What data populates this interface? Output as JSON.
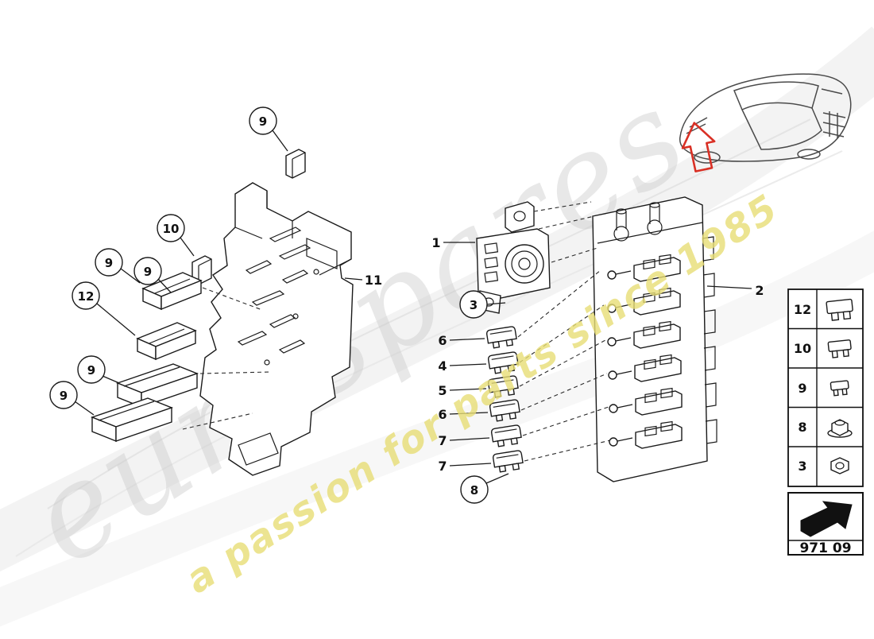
{
  "watermark": {
    "brand": "eurospares",
    "tagline": "a passion for parts since 1985"
  },
  "colors": {
    "arrow_red": "#d93025",
    "watermark_gray": "#c9c9c9",
    "watermark_yellow": "#e8de76"
  },
  "callouts": {
    "top9": "9",
    "n10": "10",
    "left9a": "9",
    "left9b": "9",
    "n12": "12",
    "low9a": "9",
    "low9b": "9",
    "n11": "11",
    "n1": "1",
    "n3": "3",
    "f6a": "6",
    "f4": "4",
    "f5": "5",
    "f6b": "6",
    "f7a": "7",
    "f7b": "7",
    "n8": "8",
    "n2": "2"
  },
  "legend": {
    "rows": [
      {
        "label": "12",
        "icon": "maxi-blade-fuse-icon"
      },
      {
        "label": "10",
        "icon": "blade-fuse-icon"
      },
      {
        "label": "9",
        "icon": "mini-blade-fuse-icon"
      },
      {
        "label": "8",
        "icon": "flange-nut-icon"
      },
      {
        "label": "3",
        "icon": "hex-nut-icon"
      }
    ]
  },
  "footer": {
    "part_code": "971 09"
  }
}
